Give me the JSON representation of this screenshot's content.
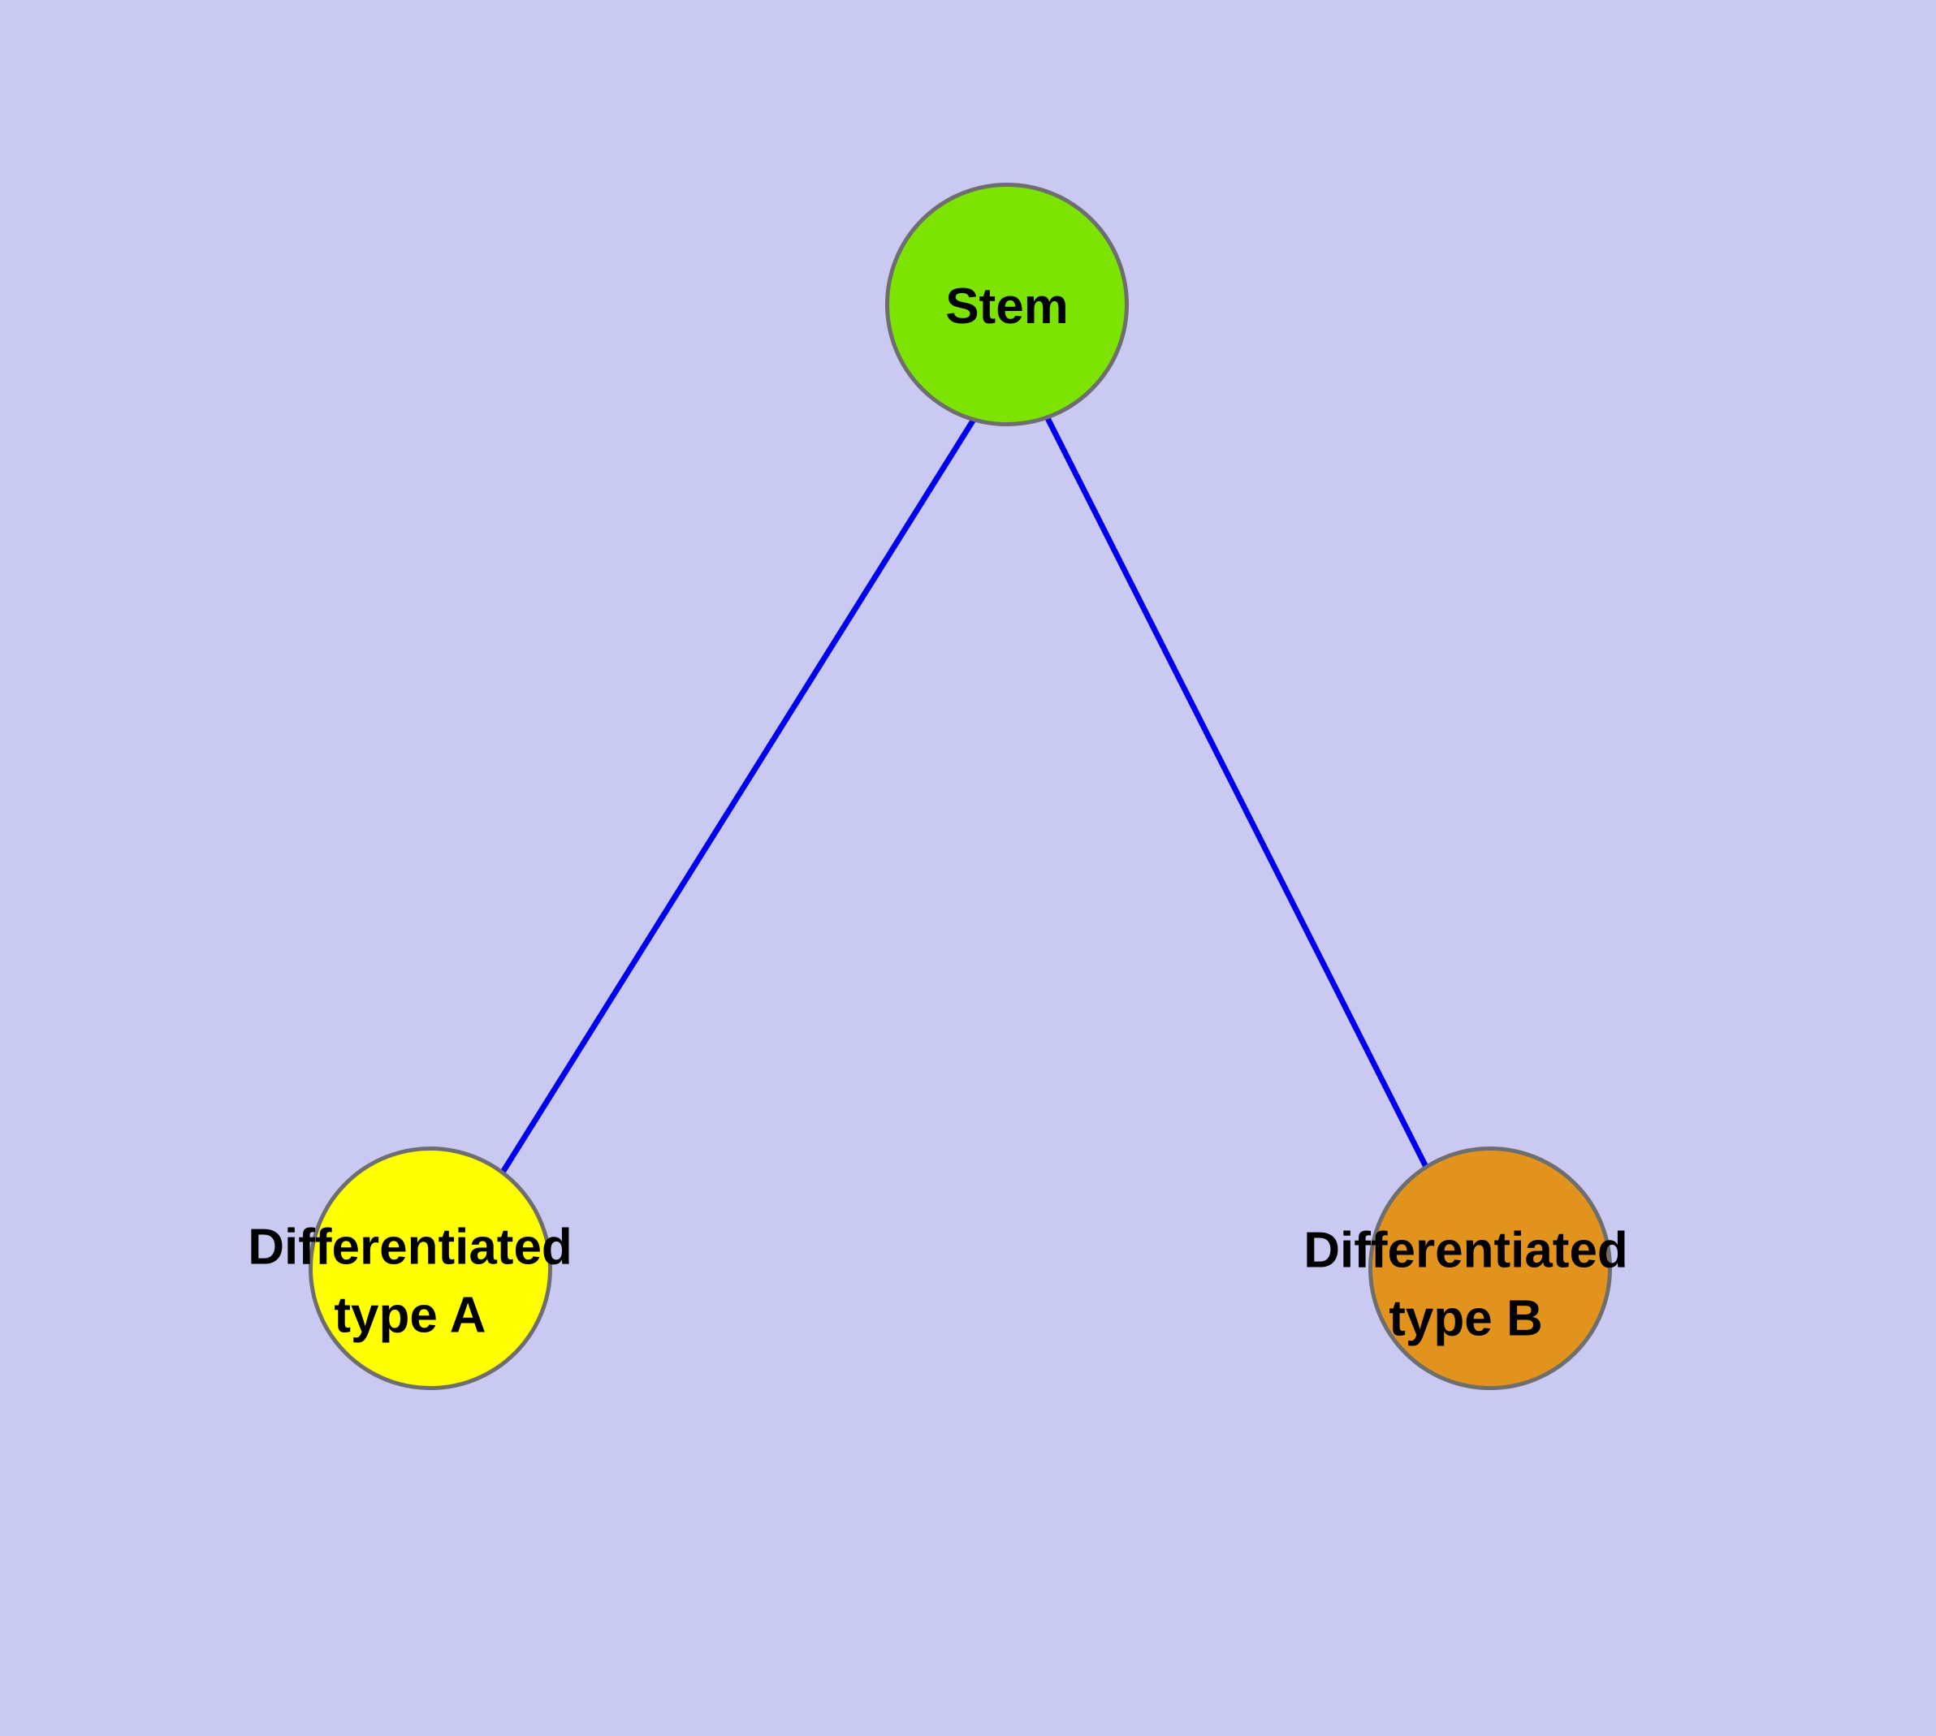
{
  "diagram": {
    "background_color": "#c9c9f1",
    "edge_color": "#0000ee",
    "node_border_color": "#6e6e6e",
    "nodes": {
      "stem": {
        "label": "Stem",
        "color": "#7ce400"
      },
      "type_a": {
        "label_line1": "Differentiated",
        "label_line2": "type A",
        "color": "#ffff00"
      },
      "type_b": {
        "label_line1": "Differentiated",
        "label_line2": "type B",
        "color": "#e2931d"
      }
    },
    "edges": [
      {
        "from": "stem",
        "to": "type_a"
      },
      {
        "from": "stem",
        "to": "type_b"
      }
    ]
  }
}
